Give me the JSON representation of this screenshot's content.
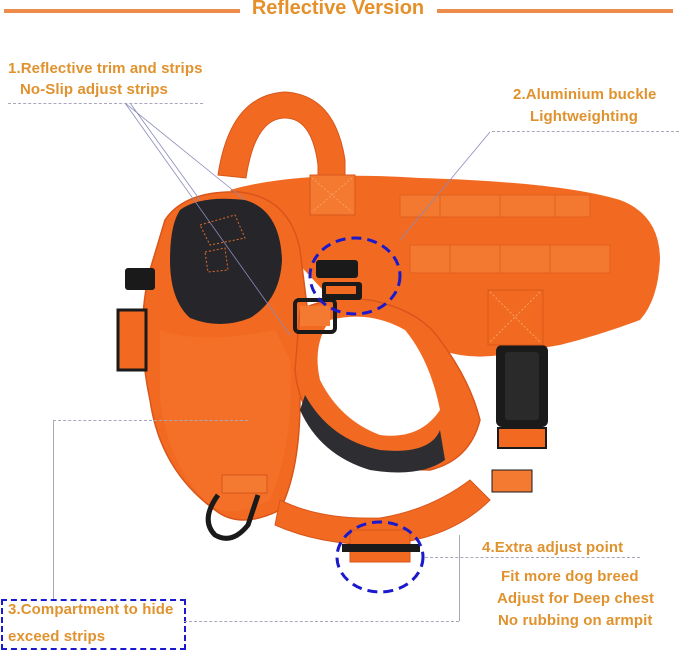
{
  "header": {
    "title": "Reflective Version"
  },
  "callouts": [
    {
      "number": 1,
      "lines": [
        "1.Reflective trim and strips",
        "No-Slip adjust strips"
      ]
    },
    {
      "number": 2,
      "lines": [
        "2.Aluminium buckle",
        "Lightweighting"
      ]
    },
    {
      "number": 3,
      "lines": [
        "3.Compartment to hide",
        "exceed strips"
      ]
    },
    {
      "number": 4,
      "lines": [
        "4.Extra adjust point",
        "Fit more dog breed",
        "Adjust for Deep chest",
        "No rubbing on armpit"
      ]
    }
  ],
  "product": {
    "name": "dog-harness",
    "color": "#f26a22",
    "accent_colors": {
      "harness_orange": "#f26a22",
      "harness_dark_orange": "#d9551a",
      "lining_black": "#26262a",
      "hardware_black": "#1a1a1a",
      "callout_blue": "#1a1acc",
      "text_orange": "#e0922e",
      "header_line": "#ee8c4c"
    }
  }
}
